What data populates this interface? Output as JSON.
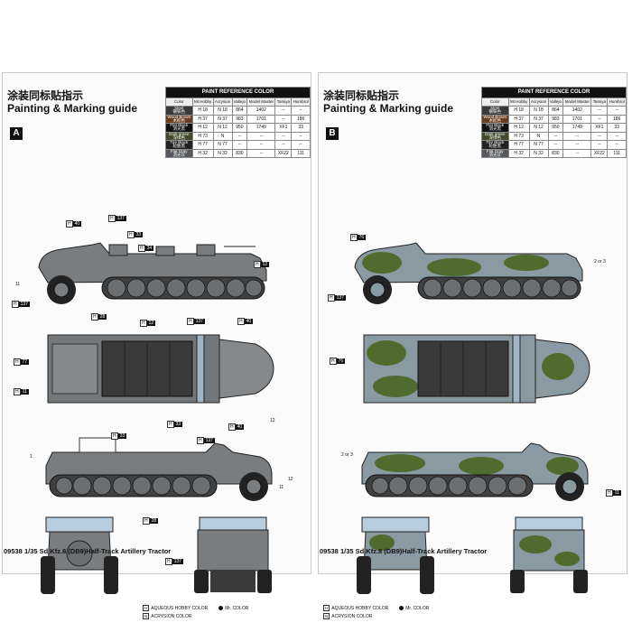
{
  "title_cn": "涂装同标贴指示",
  "title_en": "Painting & Marking guide",
  "sheets": [
    {
      "badge": "A",
      "scheme": "grey"
    },
    {
      "badge": "B",
      "scheme": "camo"
    }
  ],
  "paint_table": {
    "title": "PAINT REFERENCE COLOR",
    "headers": [
      "Color",
      "Mr.Hobby",
      "Acrysion",
      "Vallejo",
      "Model Master",
      "Tamiya",
      "Humbrol"
    ],
    "rows": [
      {
        "color_en": "Steel",
        "color_cn": "钢铁色",
        "swatch": "#3a3a3a",
        "mr_hobby": "H 18",
        "acrysion": "N 18",
        "vallejo": "864",
        "model_master": "1402",
        "tamiya": "--",
        "humbrol": "--"
      },
      {
        "color_en": "Wood Brown",
        "color_cn": "木棕色",
        "swatch": "#6b3d1f",
        "mr_hobby": "H 37",
        "acrysion": "N 37",
        "vallejo": "983",
        "model_master": "1701",
        "tamiya": "--",
        "humbrol": "186"
      },
      {
        "color_en": "Flat Black",
        "color_cn": "消光黑",
        "swatch": "#111111",
        "mr_hobby": "H 12",
        "acrysion": "N 12",
        "vallejo": "950",
        "model_master": "1749",
        "tamiya": "XF1",
        "humbrol": "33"
      },
      {
        "color_en": "Dark green",
        "color_cn": "深绿色",
        "swatch": "#404a2c",
        "mr_hobby": "H 73",
        "acrysion": "N",
        "vallejo": "--",
        "model_master": "--",
        "tamiya": "--",
        "humbrol": "--"
      },
      {
        "color_en": "Tire Black",
        "color_cn": "轮胎黑",
        "swatch": "#222222",
        "mr_hobby": "H 77",
        "acrysion": "N 77",
        "vallejo": "--",
        "model_master": "--",
        "tamiya": "--",
        "humbrol": "--"
      },
      {
        "color_en": "Flat Gray",
        "color_cn": "消光灰",
        "swatch": "#55595e",
        "mr_hobby": "H 32",
        "acrysion": "N 32",
        "vallejo": "830",
        "model_master": "--",
        "tamiya": "XF22",
        "humbrol": "111"
      }
    ]
  },
  "legend": {
    "aqueous": "AQUEOUS HOBBY COLOR",
    "acrysion": "ACRYSION COLOR",
    "mr": "Mr. COLOR",
    "h_prefix": "H",
    "n_prefix": "N"
  },
  "footer": "09538 1/35 Sd.Kfz.8 (DB9)Half-Track Artillery Tractor",
  "callouts_a": [
    {
      "h": "H",
      "n": "40"
    },
    {
      "h": "H",
      "n": "137"
    },
    {
      "h": "H",
      "n": "33"
    },
    {
      "h": "H",
      "n": "34"
    },
    {
      "h": "",
      "n": "11"
    },
    {
      "h": "H",
      "n": "137"
    },
    {
      "h": "H",
      "n": "12"
    },
    {
      "h": "H",
      "n": "28"
    },
    {
      "h": "H",
      "n": "12"
    },
    {
      "h": "H",
      "n": "137"
    },
    {
      "h": "H",
      "n": "40"
    },
    {
      "h": "H",
      "n": "77"
    },
    {
      "h": "H",
      "n": "11"
    },
    {
      "h": "",
      "n": "12"
    },
    {
      "h": "H",
      "n": "33"
    },
    {
      "h": "H",
      "n": "40"
    },
    {
      "h": "H",
      "n": "33"
    },
    {
      "h": "H",
      "n": "137"
    },
    {
      "h": "",
      "n": "1"
    },
    {
      "h": "",
      "n": "12"
    },
    {
      "h": "",
      "n": "11"
    },
    {
      "h": "H",
      "n": "28"
    },
    {
      "h": "H",
      "n": "137"
    }
  ],
  "callouts_b": [
    {
      "h": "H",
      "n": "76"
    },
    {
      "h": "H",
      "n": "137"
    },
    {
      "h": "",
      "n": "2 or 3"
    },
    {
      "h": "H",
      "n": "76"
    },
    {
      "h": "",
      "n": "2 or 3"
    },
    {
      "h": "H",
      "n": "11"
    }
  ]
}
